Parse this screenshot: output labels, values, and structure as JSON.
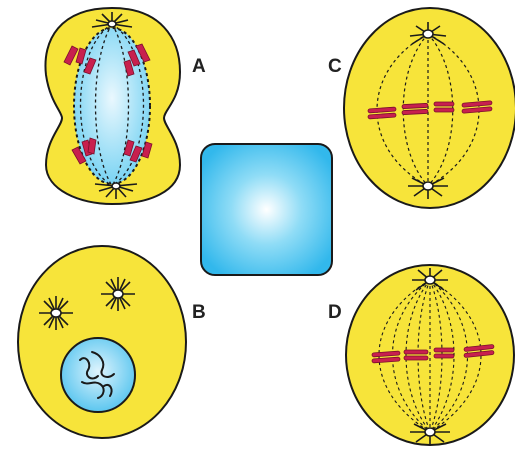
{
  "labels": {
    "a": "A",
    "b": "B",
    "c": "C",
    "d": "D"
  },
  "colors": {
    "cytoplasm": "#f7e43a",
    "outline": "#1a1a1a",
    "chromosome": "#c8204e",
    "nucleus": "#5cc8f0",
    "nucleus_light": "#dff4fd",
    "center_square": "#4cc3ef"
  },
  "icons": {
    "centrosome": "aster-icon",
    "chromosome": "chromosome-icon"
  }
}
